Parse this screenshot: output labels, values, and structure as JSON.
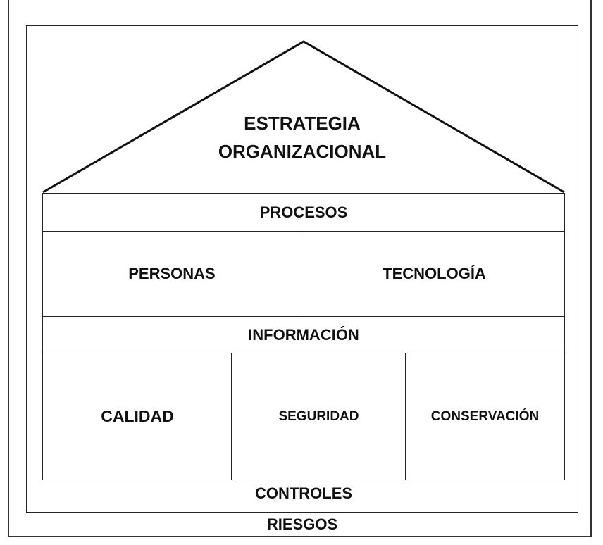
{
  "roof": {
    "line1": "ESTRATEGIA",
    "line2": "ORGANIZACIONAL"
  },
  "procesos": "PROCESOS",
  "personas": "PERSONAS",
  "tecnologia": "TECNOLOGÍA",
  "informacion": "INFORMACIÓN",
  "pillars": {
    "calidad": "CALIDAD",
    "seguridad": "SEGURIDAD",
    "conservacion": "CONSERVACIÓN"
  },
  "controles": "CONTROLES",
  "riesgos": "RIESGOS"
}
